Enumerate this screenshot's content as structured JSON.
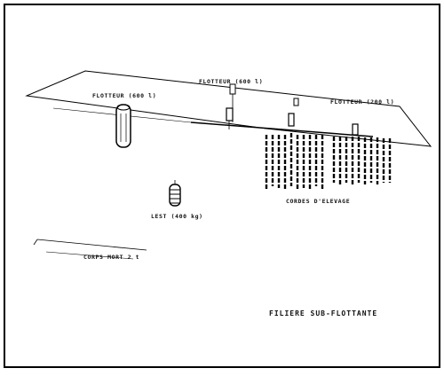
{
  "labels": {
    "float_top": "FLOTTEUR (600 l)",
    "float_left": "FLOTTEUR (600 l)",
    "float_right": "FLOTTEUR (200 l)",
    "ropes": "CORDES D'ELEVAGE",
    "ballast": "LEST (400 kg)",
    "dead_weight": "CORPS MORT  2 t",
    "caption": "FILIERE SUB-FLOTTANTE"
  }
}
